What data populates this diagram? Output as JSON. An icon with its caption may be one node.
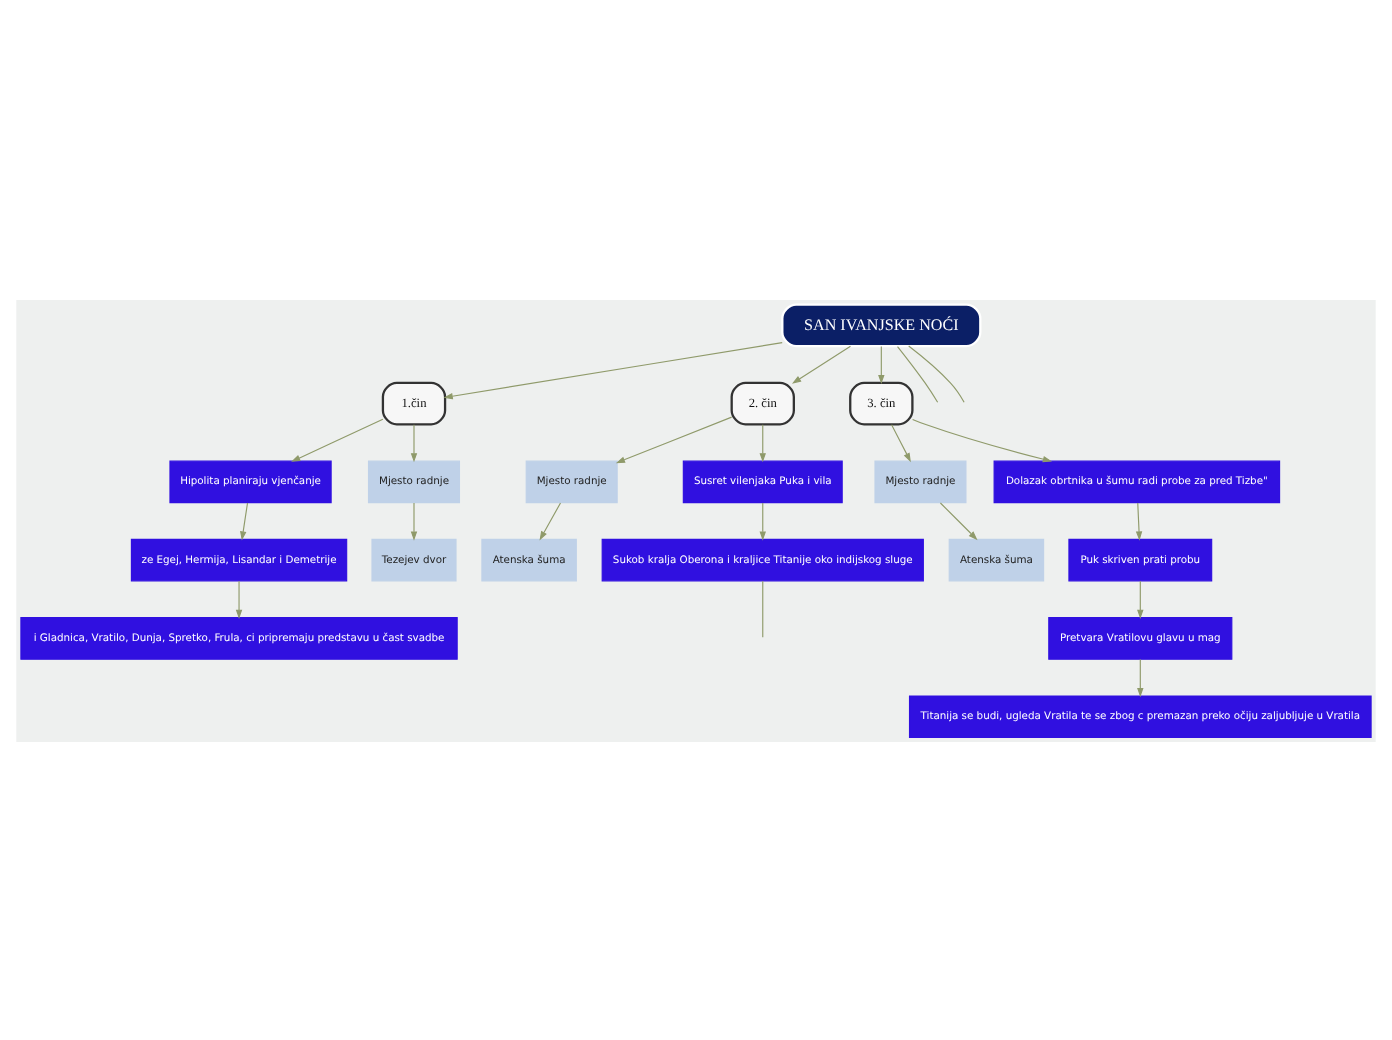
{
  "diagram": {
    "nodes": [
      {
        "text": [
          "SAN IVANJSKE NOĆI"
        ]
      },
      {
        "text": [
          "1.čin"
        ]
      },
      {
        "text": [
          "Hipolita planiraju vjenčanje"
        ]
      },
      {
        "text": [
          "ze Egej, Hermija, Lisandar i Demetrije"
        ]
      },
      {
        "text": [
          "i Gladnica, Vratilo, Dunja, Spretko, Frula, ci pripremaju predstavu u čast svadbe"
        ]
      },
      {
        "text": [
          "Mjesto radnje"
        ]
      },
      {
        "text": [
          "Tezejev dvor"
        ]
      },
      {
        "text": [
          "2. čin"
        ]
      },
      {
        "text": [
          "Mjesto radnje"
        ]
      },
      {
        "text": [
          "Atenska šuma"
        ]
      },
      {
        "text": [
          "Susret vilenjaka Puka i vila"
        ]
      },
      {
        "text": [
          "Sukob kralja Oberona i kraljice Titanije oko indijskog sluge"
        ]
      },
      {
        "text": [
          "3. čin"
        ]
      },
      {
        "text": [
          "Mjesto radnje"
        ]
      },
      {
        "text": [
          "Atenska šuma"
        ]
      },
      {
        "text": [
          "Dolazak obrtnika u šumu radi probe za pred Tizbe\""
        ]
      },
      {
        "text": [
          "Puk skriven prati probu"
        ]
      },
      {
        "text": [
          "Pretvara Vratilovu glavu u mag"
        ]
      },
      {
        "text": [
          "Titanija se budi, ugleda Vratila te se zbog c premazan preko očiju zaljubljuje u Vratila"
        ]
      }
    ],
    "edges": [
      {
        "from": 0,
        "to": 1,
        "arrow": "to"
      },
      {
        "from": 1,
        "to": 2,
        "arrow": "to"
      },
      {
        "from": 2,
        "to": 3,
        "arrow": "to"
      },
      {
        "from": 3,
        "to": 4,
        "arrow": "to"
      },
      {
        "from": 1,
        "to": 5,
        "arrow": "to"
      },
      {
        "from": 5,
        "to": 6,
        "arrow": "to"
      },
      {
        "from": 0,
        "to": 7,
        "arrow": "to"
      },
      {
        "from": 7,
        "to": 8,
        "arrow": "to"
      },
      {
        "from": 8,
        "to": 9,
        "arrow": "to"
      },
      {
        "from": 7,
        "to": 10,
        "arrow": "to"
      },
      {
        "from": 10,
        "to": 11,
        "arrow": "to"
      },
      {
        "from": 11,
        "to": null,
        "arrow": "none"
      },
      {
        "from": 0,
        "to": 12,
        "arrow": "to"
      },
      {
        "from": 12,
        "to": 13,
        "arrow": "to"
      },
      {
        "from": 13,
        "to": 14,
        "arrow": "to"
      },
      {
        "from": 12,
        "to": 15,
        "arrow": "to"
      },
      {
        "from": 15,
        "to": 16,
        "arrow": "to"
      },
      {
        "from": 16,
        "to": 17,
        "arrow": "to"
      },
      {
        "from": 17,
        "to": 18,
        "arrow": "to"
      },
      {
        "from": 0,
        "to": null,
        "arrow": "none"
      },
      {
        "from": 0,
        "to": null,
        "arrow": "none"
      }
    ]
  }
}
